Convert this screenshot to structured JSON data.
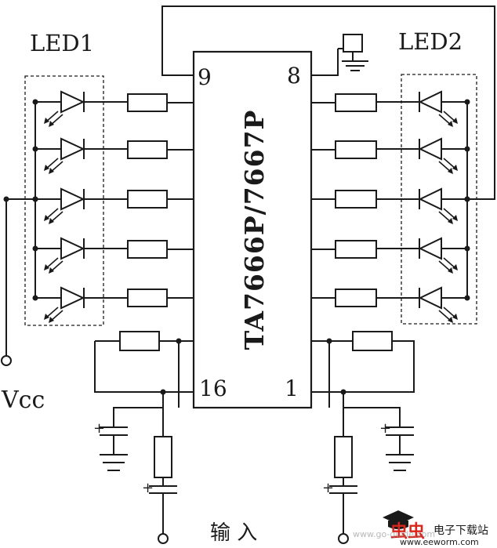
{
  "diagram": {
    "ic_part": "TA7666P/7667P",
    "pins": {
      "p9": "9",
      "p8": "8",
      "p16": "16",
      "p1": "1"
    },
    "led_group_left": "LED1",
    "led_group_right": "LED2",
    "supply_label": "Vcc",
    "input_label": "输 入",
    "leds_per_group": 5
  },
  "watermark": {
    "site_cn": "电子下载站",
    "url": "www.eeworm.com",
    "url2": "www.go-guide.com",
    "logo_text": "虫虫"
  }
}
